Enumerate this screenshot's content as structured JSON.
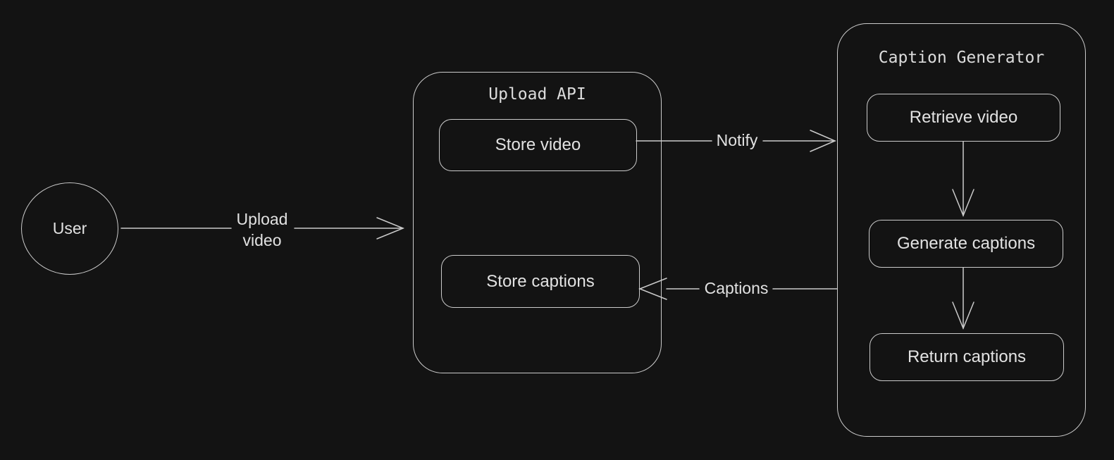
{
  "diagram": {
    "colors": {
      "background": "#131313",
      "stroke": "#cbcbcb",
      "text": "#e2e2e2",
      "title_text": "#dcdcdc"
    },
    "nodes": {
      "user": {
        "label": "User",
        "shape": "circle"
      },
      "upload_api": {
        "title": "Upload API",
        "steps": [
          {
            "label": "Store video"
          },
          {
            "label": "Store captions"
          }
        ]
      },
      "caption_generator": {
        "title": "Caption Generator",
        "steps": [
          {
            "label": "Retrieve video"
          },
          {
            "label": "Generate captions"
          },
          {
            "label": "Return captions"
          }
        ]
      }
    },
    "edges": [
      {
        "from": "User",
        "to": "Upload API",
        "label": "Upload video",
        "label_line1": "Upload",
        "label_line2": "video",
        "direction": "right"
      },
      {
        "from": "Store video",
        "to": "Caption Generator",
        "label": "Notify",
        "direction": "right"
      },
      {
        "from": "Caption Generator",
        "to": "Store captions",
        "label": "Captions",
        "direction": "left"
      },
      {
        "from": "Retrieve video",
        "to": "Generate captions",
        "label": "",
        "direction": "down"
      },
      {
        "from": "Generate captions",
        "to": "Return captions",
        "label": "",
        "direction": "down"
      }
    ]
  }
}
